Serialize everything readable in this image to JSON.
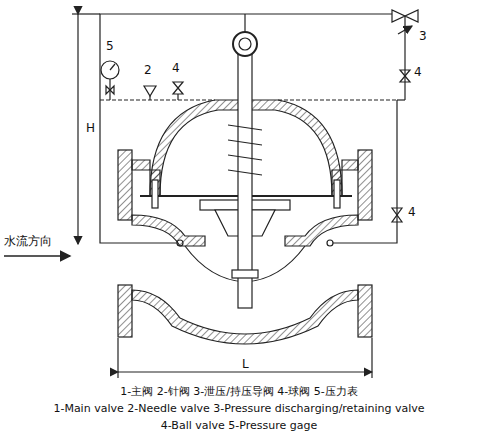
{
  "diagram": {
    "labels": [
      "5",
      "2",
      "4",
      "3",
      "4",
      "4",
      "H",
      "L",
      "水流方向",
      "1-主阀   2-针阀   3-泄压/持压导阀   4-球阀   5-压力表",
      "1-Main valve  2-Needle valve  3-Pressure discharging/retaining valve",
      "4-Ball valve  5-Pressure gage"
    ]
  }
}
